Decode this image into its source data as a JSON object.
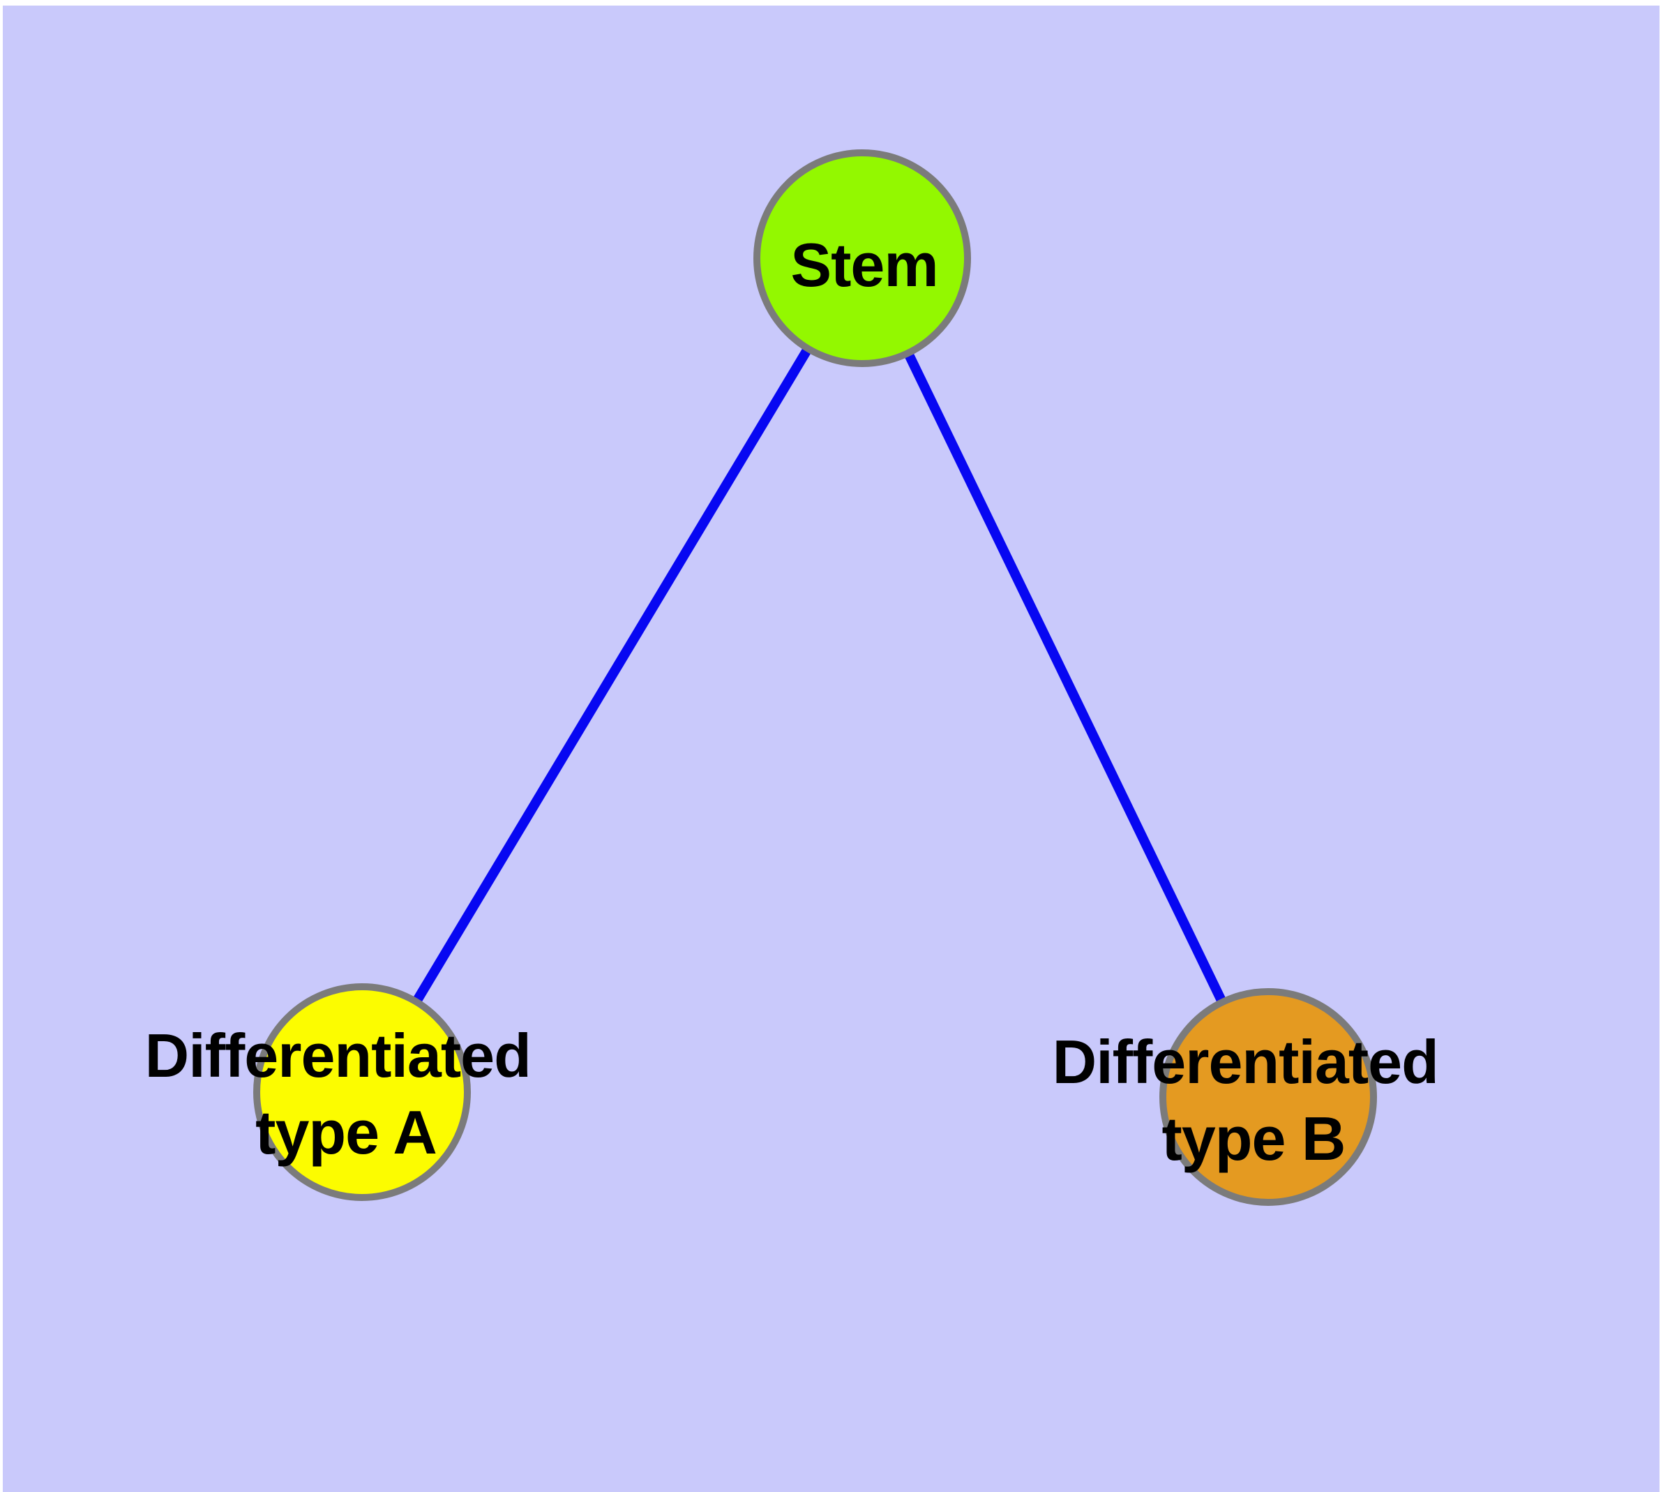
{
  "diagram": {
    "type": "node-link-graph",
    "background_color": "#C9C9FB",
    "page_margin_color": "#FFFFFF",
    "edge_color": "#0707F2",
    "node_border_color": "#7B7B7B",
    "label_color": "#000000",
    "nodes": [
      {
        "id": "stem",
        "label": "Stem",
        "line1": "Stem",
        "fill": "#93F800"
      },
      {
        "id": "differentiated-type-a",
        "label": "Differentiated type A",
        "line1": "Differentiated",
        "line2": "type A",
        "fill": "#FCFC00"
      },
      {
        "id": "differentiated-type-b",
        "label": "Differentiated type B",
        "line1": "Differentiated",
        "line2": "type B",
        "fill": "#E49A21"
      }
    ],
    "edges": [
      {
        "from": "Stem",
        "to": "Differentiated type A"
      },
      {
        "from": "Stem",
        "to": "Differentiated type B"
      }
    ]
  }
}
